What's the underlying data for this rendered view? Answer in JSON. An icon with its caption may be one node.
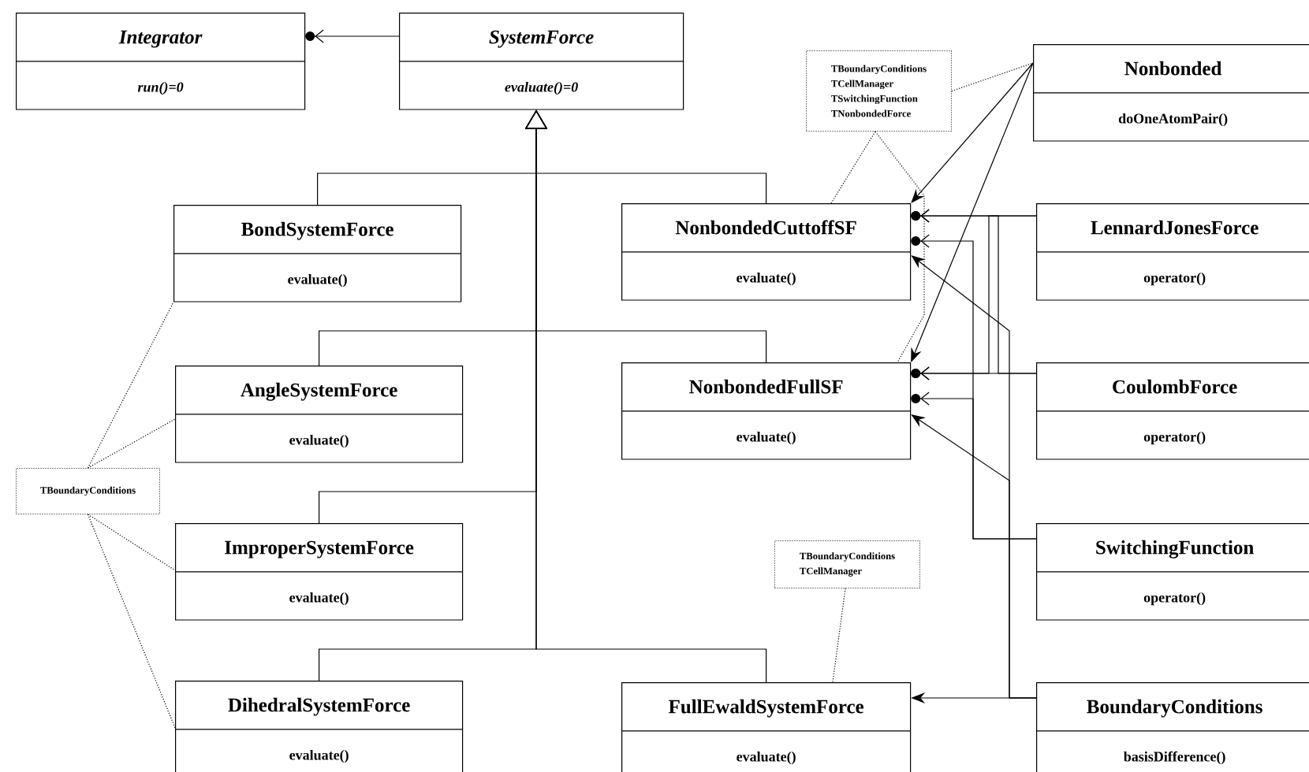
{
  "diagram": {
    "nodes": [
      {
        "text": [
          "Integrator",
          "run()=0"
        ]
      },
      {
        "text": [
          "SystemForce",
          "evaluate()=0"
        ]
      },
      {
        "text": [
          "TBoundaryConditions",
          "TCellManager",
          "TSwitchingFunction",
          "TNonbondedForce"
        ]
      },
      {
        "text": [
          "Nonbonded",
          "doOneAtomPair()"
        ]
      },
      {
        "text": [
          "BondSystemForce",
          "evaluate()"
        ]
      },
      {
        "text": [
          "NonbondedCuttoffSF",
          "evaluate()"
        ]
      },
      {
        "text": [
          "LennardJonesForce",
          "operator()"
        ]
      },
      {
        "text": [
          "AngleSystemForce",
          "evaluate()"
        ]
      },
      {
        "text": [
          "NonbondedFullSF",
          "evaluate()"
        ]
      },
      {
        "text": [
          "CoulombForce",
          "operator()"
        ]
      },
      {
        "text": [
          "TBoundaryConditions"
        ]
      },
      {
        "text": [
          "ImproperSystemForce",
          "evaluate()"
        ]
      },
      {
        "text": [
          "TBoundaryConditions",
          "TCellManager"
        ]
      },
      {
        "text": [
          "SwitchingFunction",
          "operator()"
        ]
      },
      {
        "text": [
          "DihedralSystemForce",
          "evaluate()"
        ]
      },
      {
        "text": [
          "FullEwaldSystemForce",
          "evaluate()"
        ]
      },
      {
        "text": [
          "BoundaryConditions",
          "basisDifference()"
        ]
      }
    ],
    "edges": [
      {
        "from": 1,
        "to": 0,
        "arrow": "to"
      },
      {
        "from": 4,
        "to": 1,
        "arrow": "to"
      },
      {
        "from": 5,
        "to": 1,
        "arrow": "to"
      },
      {
        "from": 7,
        "to": 1,
        "arrow": "to"
      },
      {
        "from": 8,
        "to": 1,
        "arrow": "to"
      },
      {
        "from": 11,
        "to": 1,
        "arrow": "to"
      },
      {
        "from": 14,
        "to": 1,
        "arrow": "to"
      },
      {
        "from": 15,
        "to": 1,
        "arrow": "to"
      },
      {
        "from": 3,
        "to": 5,
        "arrow": "to"
      },
      {
        "from": 3,
        "to": 8,
        "arrow": "to"
      },
      {
        "from": 6,
        "to": 5,
        "arrow": "to"
      },
      {
        "from": 6,
        "to": 8,
        "arrow": "to"
      },
      {
        "from": 9,
        "to": 5,
        "arrow": "to"
      },
      {
        "from": 9,
        "to": 8,
        "arrow": "to"
      },
      {
        "from": 13,
        "to": 5,
        "arrow": "to"
      },
      {
        "from": 13,
        "to": 8,
        "arrow": "to"
      },
      {
        "from": 16,
        "to": 15,
        "arrow": "to"
      },
      {
        "from": 16,
        "to": 5,
        "arrow": "to"
      },
      {
        "from": 16,
        "to": 8,
        "arrow": "to"
      },
      {
        "from": 2,
        "to": 3,
        "arrow": "none",
        "style": "dashed"
      },
      {
        "from": 2,
        "to": 5,
        "arrow": "none",
        "style": "dashed"
      },
      {
        "from": 2,
        "to": 8,
        "arrow": "none",
        "style": "dashed"
      },
      {
        "from": 10,
        "to": 4,
        "arrow": "none",
        "style": "dashed"
      },
      {
        "from": 10,
        "to": 7,
        "arrow": "none",
        "style": "dashed"
      },
      {
        "from": 10,
        "to": 11,
        "arrow": "none",
        "style": "dashed"
      },
      {
        "from": 10,
        "to": 14,
        "arrow": "none",
        "style": "dashed"
      },
      {
        "from": 12,
        "to": 15,
        "arrow": "none",
        "style": "dashed"
      }
    ]
  }
}
